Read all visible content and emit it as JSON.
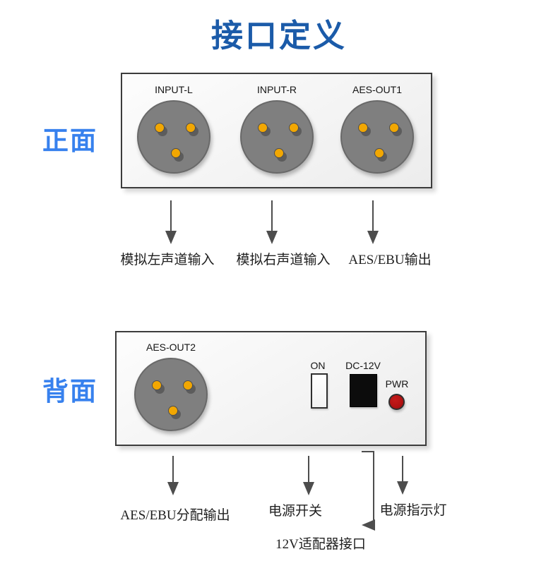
{
  "page": {
    "title": "接口定义"
  },
  "colors": {
    "title_blue": "#1b5ba9",
    "side_label_blue": "#3781ee",
    "pin_orange": "#f2a702",
    "led_red": "#b11212",
    "arrow_gray": "#4d4d4d"
  },
  "front_panel": {
    "side_label": "正面",
    "connectors": [
      {
        "label": "INPUT-L"
      },
      {
        "label": "INPUT-R"
      },
      {
        "label": "AES-OUT1"
      }
    ],
    "captions": [
      {
        "text": "模拟左声道输入"
      },
      {
        "text": "模拟右声道输入"
      },
      {
        "text": "AES/EBU输出"
      }
    ]
  },
  "back_panel": {
    "side_label": "背面",
    "connectors": [
      {
        "label": "AES-OUT2"
      }
    ],
    "power_switch": {
      "label": "ON"
    },
    "dc_jack": {
      "label": "DC-12V"
    },
    "power_led": {
      "label": "PWR"
    },
    "captions": {
      "aes_split_output": "AES/EBU分配输出",
      "power_switch": "电源开关",
      "power_led": "电源指示灯",
      "dc_adapter": "12V适配器接口"
    }
  }
}
